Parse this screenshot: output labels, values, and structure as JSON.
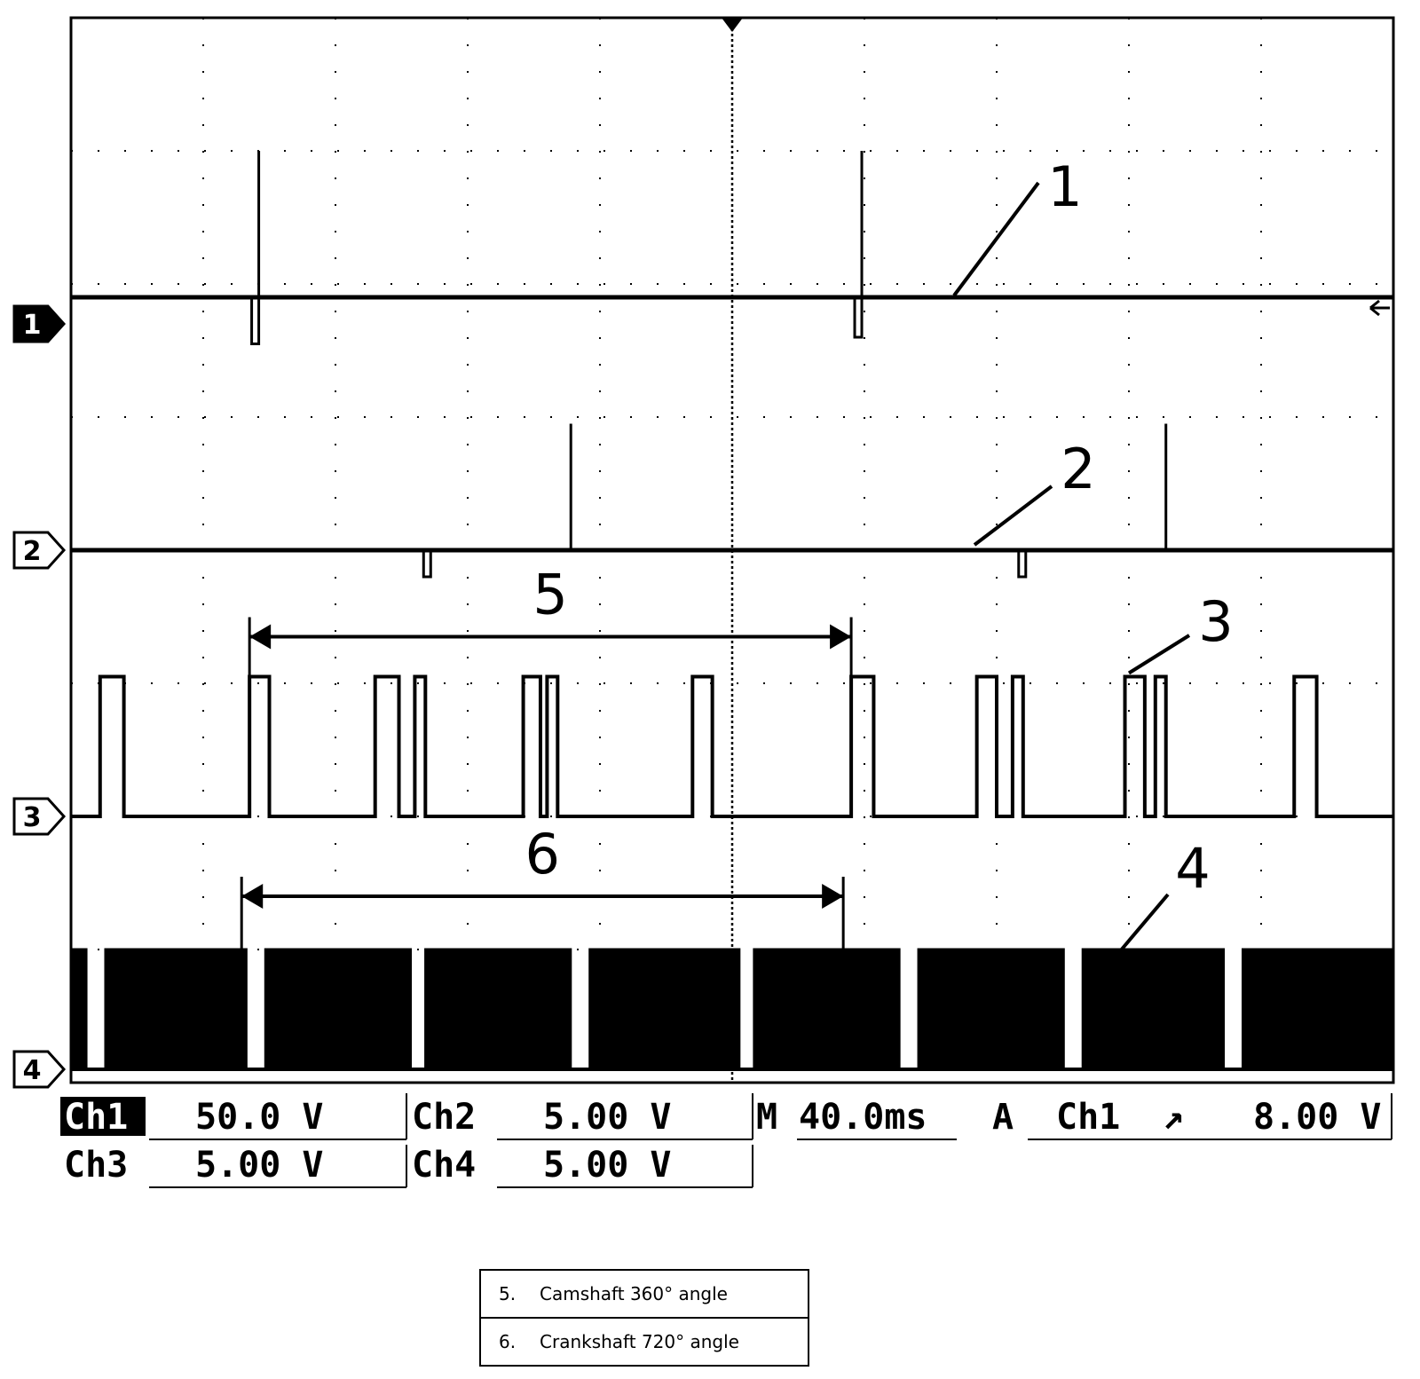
{
  "chart_data": {
    "type": "line",
    "title": "",
    "xlabel": "",
    "ylabel": "",
    "x_divisions": 10,
    "y_divisions": 8,
    "time_per_div_ms": 40,
    "grid": true,
    "series": [
      {
        "marker": "1",
        "callout": "1",
        "kind": "spikes",
        "baseline_div": 2.1,
        "events": [
          {
            "t_div": 1.42,
            "up_div": 1.1,
            "down_div": 0.35
          },
          {
            "t_div": 5.98,
            "up_div": 1.1,
            "down_div": 0.3
          }
        ]
      },
      {
        "marker": "2",
        "callout": "2",
        "kind": "spikes",
        "baseline_div": 4.0,
        "events": [
          {
            "t_div": 3.78,
            "up_div": 0.95,
            "down_div": 0.0
          },
          {
            "t_div": 8.28,
            "up_div": 0.95,
            "down_div": 0.0
          },
          {
            "t_div": 2.72,
            "up_div": 0.0,
            "down_div": 0.2
          },
          {
            "t_div": 7.22,
            "up_div": 0.0,
            "down_div": 0.2
          }
        ]
      },
      {
        "marker": "3",
        "callout": "3",
        "kind": "pulses",
        "baseline_div": 6.0,
        "high_div": 4.95,
        "pulses": [
          [
            0.22,
            0.4
          ],
          [
            1.35,
            1.5
          ],
          [
            2.3,
            2.48
          ],
          [
            2.6,
            2.68
          ],
          [
            3.42,
            3.55
          ],
          [
            3.6,
            3.68
          ],
          [
            4.7,
            4.85
          ],
          [
            5.9,
            6.07
          ],
          [
            6.85,
            7.0
          ],
          [
            7.12,
            7.2
          ],
          [
            7.97,
            8.12
          ],
          [
            8.2,
            8.28
          ],
          [
            9.25,
            9.42
          ]
        ]
      },
      {
        "marker": "4",
        "callout": "4",
        "kind": "pulse_train",
        "baseline_div": 7.9,
        "high_div": 7.0,
        "teeth_per_gap": 35,
        "duty": 0.5,
        "train_start_div": 0.0,
        "train_end_div": 10.0,
        "gaps": [
          0.12,
          1.33,
          2.56,
          3.78,
          5.04,
          6.27,
          7.5,
          8.73
        ]
      }
    ],
    "annotations": [
      {
        "label": "5",
        "from_div": 1.35,
        "to_div": 5.9,
        "y_div": 4.65
      },
      {
        "label": "6",
        "from_div": 1.29,
        "to_div": 5.84,
        "y_div": 6.6
      }
    ],
    "trigger_marker_div": 5.0,
    "readouts": [
      {
        "name": "Ch1",
        "value": "50.0 V",
        "highlight": true
      },
      {
        "name": "Ch2",
        "value": "5.00 V",
        "highlight": false
      },
      {
        "name": "Ch3",
        "value": "5.00 V",
        "highlight": false
      },
      {
        "name": "Ch4",
        "value": "5.00 V",
        "highlight": false
      }
    ],
    "timebase": {
      "prefix": "M",
      "value": "40.0ms"
    },
    "trigger": {
      "mode": "A",
      "source": "Ch1",
      "slope_symbol": "↗",
      "level": "8.00 V"
    }
  },
  "legend": [
    {
      "number": "5.",
      "text": "Camshaft 360° angle"
    },
    {
      "number": "6.",
      "text": "Crankshaft 720° angle"
    }
  ]
}
